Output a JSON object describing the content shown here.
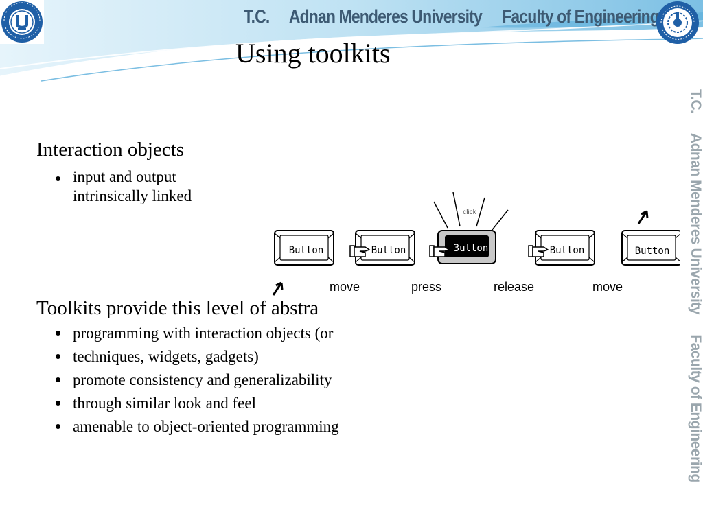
{
  "header": {
    "brand_parts": [
      "T.C.",
      "Adnan Menderes University",
      "Faculty of Engineering"
    ],
    "colors": {
      "band_light": "#cfe9f6",
      "band_mid": "#8fcbe8",
      "band_dark": "#5aaedb",
      "title_text": "#3d5a73"
    }
  },
  "logos": {
    "left": {
      "icon": "adnan-menderes-university-seal",
      "ring_text": "ADNAN MENDERES ÜNİVERSİTESİ",
      "year": "1992",
      "letter": "U"
    },
    "right": {
      "icon": "engineering-faculty-seal",
      "ring_text": "ADNAN MENDERES ENGINEERING FACULTY",
      "year": "2006"
    }
  },
  "side_text": [
    "T.C.",
    "Adnan Menderes University",
    "Faculty of Engineering"
  ],
  "slide": {
    "title": "Using toolkits",
    "section1": {
      "heading": "Interaction objects",
      "bullets": [
        "input and output",
        "intrinsically linked"
      ]
    },
    "section2": {
      "heading": "Toolkits provide this level of abstra",
      "bullets": [
        "programming with interaction objects (or",
        "techniques, widgets, gadgets)",
        "promote consistency and generalizability",
        "through similar look and feel",
        "amenable to object-oriented programming"
      ]
    }
  },
  "diagram": {
    "button_label": "Button",
    "pressed_label": "3utton",
    "click_label": "click",
    "steps": [
      "move",
      "press",
      "release",
      "move"
    ],
    "icons": [
      "pointer-arrow-icon",
      "pointing-hand-icon"
    ]
  }
}
